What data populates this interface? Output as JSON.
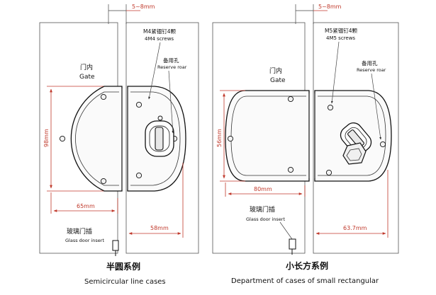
{
  "left_figure": {
    "gap_label": "5~8mm",
    "screw_label_cn": "M4紧锢钉4颗",
    "screw_label_en": "4M4 screws",
    "reserve_label_cn": "备用孔",
    "reserve_label_en": "Reserve roar",
    "gate_label_cn": "门内",
    "gate_label_en": "Gate",
    "height_label": "98mm",
    "width_label": "65mm",
    "offset_label": "58mm",
    "glass_label_cn": "玻璃门插",
    "glass_label_en": "Glass door insert",
    "caption_cn": "半圆系例",
    "caption_en": "Semicircular line cases"
  },
  "right_figure": {
    "gap_label": "5~8mm",
    "screw_label_cn": "M5紧锢钉4颗",
    "screw_label_en": "4M5 screws",
    "reserve_label_cn": "备用孔",
    "reserve_label_en": "Reserve roar",
    "gate_label_cn": "门内",
    "gate_label_en": "Gate",
    "height_label": "56mm",
    "width_label": "80mm",
    "offset_label": "63.7mm",
    "glass_label_cn": "玻璃门插",
    "glass_label_en": "Glass door insert",
    "caption_cn": "小长方系例",
    "caption_en": "Department of cases of small rectangular"
  }
}
